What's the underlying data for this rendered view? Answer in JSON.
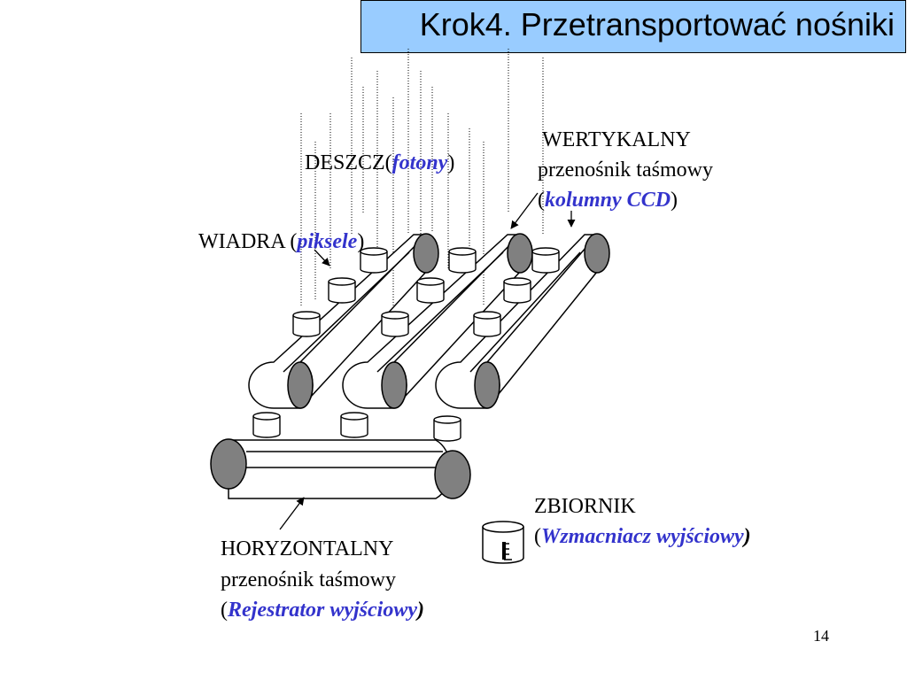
{
  "title": "Krok4. Przetransportować nośniki",
  "labels": {
    "rain": {
      "prefix": "DESZCZ(",
      "emph": "fotony",
      "suffix": ")"
    },
    "buckets": {
      "prefix": "WIADRA (",
      "emph": "piksele",
      "suffix": ")"
    },
    "vertical": {
      "line1": "WERTYKALNY",
      "line2": "przenośnik taśmowy",
      "prefix": "(",
      "emph": "kolumny CCD",
      "suffix": ")"
    },
    "tank": {
      "line1": "ZBIORNIK",
      "prefix": "(",
      "emph": "Wzmacniacz wyjściowy",
      "suffix": ")"
    },
    "horizontal": {
      "line1": "HORYZONTALNY",
      "line2": "przenośnik taśmowy",
      "prefix": "(",
      "emph": "Rejestrator wyjściowy",
      "suffix": ")"
    }
  },
  "page_number": "14",
  "colors": {
    "title_bg": "#99ccff",
    "emphasis": "#3333cc",
    "roller": "#808080"
  }
}
